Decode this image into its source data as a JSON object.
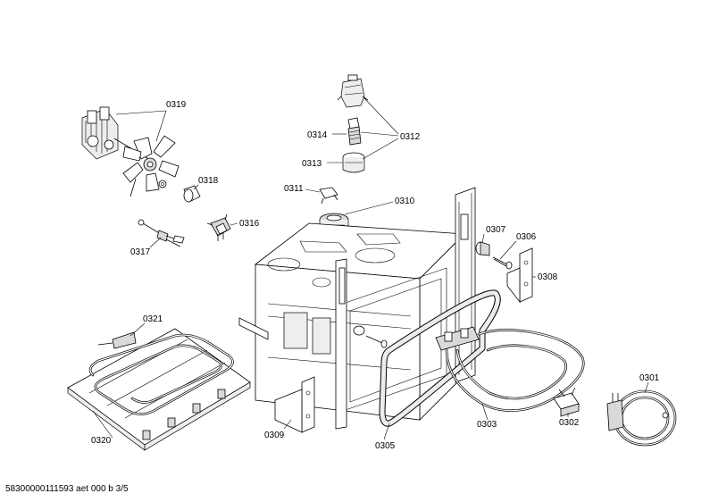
{
  "footer": {
    "document_id": "58300000111593 aet 000 b 3/5"
  },
  "parts": [
    {
      "id": "p0319",
      "label": "0319"
    },
    {
      "id": "p0314",
      "label": "0314"
    },
    {
      "id": "p0312",
      "label": "0312"
    },
    {
      "id": "p0313",
      "label": "0313"
    },
    {
      "id": "p0318",
      "label": "0318"
    },
    {
      "id": "p0311",
      "label": "0311"
    },
    {
      "id": "p0310",
      "label": "0310"
    },
    {
      "id": "p0316",
      "label": "0316"
    },
    {
      "id": "p0317",
      "label": "0317"
    },
    {
      "id": "p0307",
      "label": "0307"
    },
    {
      "id": "p0306",
      "label": "0306"
    },
    {
      "id": "p0308",
      "label": "0308"
    },
    {
      "id": "p0321",
      "label": "0321"
    },
    {
      "id": "p0301",
      "label": "0301"
    },
    {
      "id": "p0320",
      "label": "0320"
    },
    {
      "id": "p0309",
      "label": "0309"
    },
    {
      "id": "p0305",
      "label": "0305"
    },
    {
      "id": "p0303",
      "label": "0303"
    },
    {
      "id": "p0302",
      "label": "0302"
    }
  ]
}
